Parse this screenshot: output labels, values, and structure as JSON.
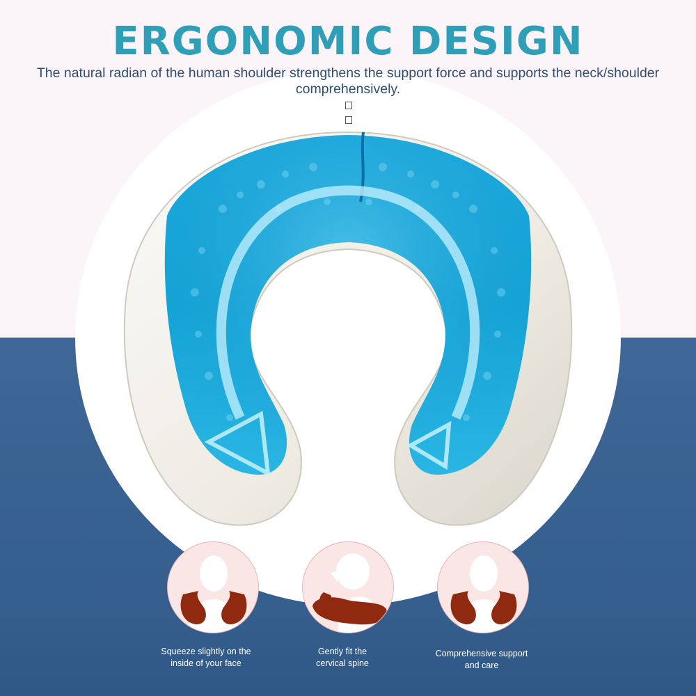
{
  "header": {
    "title": "ERGONOMIC DESIGN",
    "subtitle": "The natural radian of the human shoulder strengthens the support force and supports the neck/shoulder comprehensively."
  },
  "steps": [
    {
      "line1": "Squeeze slightly on the",
      "line2": "inside of your face",
      "icon": "head-front-pillow-icon"
    },
    {
      "line1": "Gently fit the",
      "line2": "cervical spine",
      "icon": "head-side-pillow-icon"
    },
    {
      "line1": "Comprehensive support",
      "line2": "and care",
      "icon": "head-front-pillow-icon"
    }
  ],
  "colors": {
    "title": "#2f9fb8",
    "subtitle": "#2e4e72",
    "background_blue": "#3a6393",
    "gel": "#17a9dd",
    "foam": "#f1efe9",
    "pillow_icon": "#8f2a10",
    "circle_fill": "#fbe6e6"
  }
}
